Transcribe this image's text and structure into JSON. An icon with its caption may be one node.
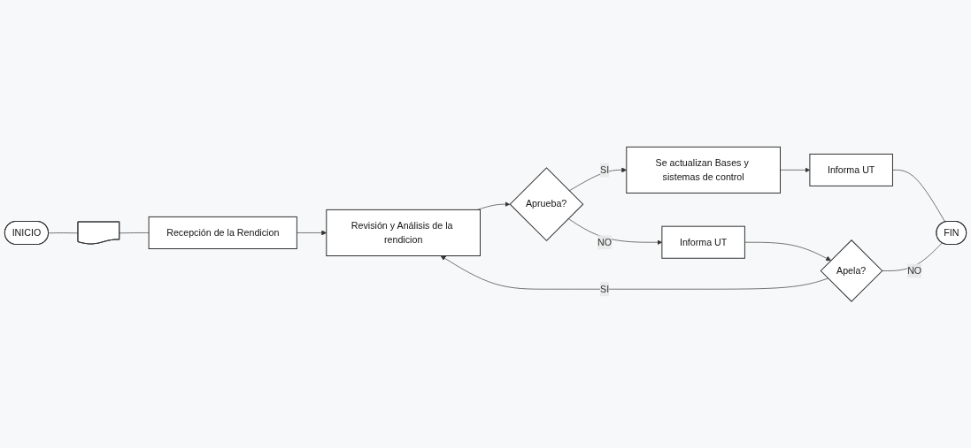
{
  "diagram": {
    "nodes": [
      {
        "text": [
          "INICIO"
        ]
      },
      {
        "text": [],
        "shape": "document"
      },
      {
        "text": [
          "Recepción de la Rendicion"
        ]
      },
      {
        "text": [
          "Revisión y Análisis de la rendicion"
        ]
      },
      {
        "text": [
          "Aprueba?"
        ]
      },
      {
        "text": [
          "Se actualizan Bases y sistemas de control"
        ]
      },
      {
        "text": [
          "Informa UT"
        ]
      },
      {
        "text": [
          "Informa UT"
        ]
      },
      {
        "text": [
          "Apela?"
        ]
      },
      {
        "text": [
          "FIN"
        ]
      }
    ],
    "edges": [
      {
        "from": 0,
        "to": 1,
        "arrow": "none"
      },
      {
        "from": 1,
        "to": 2,
        "arrow": "none"
      },
      {
        "from": 2,
        "to": 3,
        "arrow": "to"
      },
      {
        "from": 3,
        "to": 4,
        "arrow": "to"
      },
      {
        "from": 4,
        "to": 5,
        "arrow": "to",
        "label": "SI"
      },
      {
        "from": 5,
        "to": 6,
        "arrow": "to"
      },
      {
        "from": 6,
        "to": 9,
        "arrow": "none"
      },
      {
        "from": 4,
        "to": 7,
        "arrow": "to",
        "label": "NO"
      },
      {
        "from": 7,
        "to": 8,
        "arrow": "to"
      },
      {
        "from": 8,
        "to": 3,
        "arrow": "to",
        "label": "SI"
      },
      {
        "from": 8,
        "to": 9,
        "arrow": "none",
        "label": "NO"
      }
    ]
  }
}
